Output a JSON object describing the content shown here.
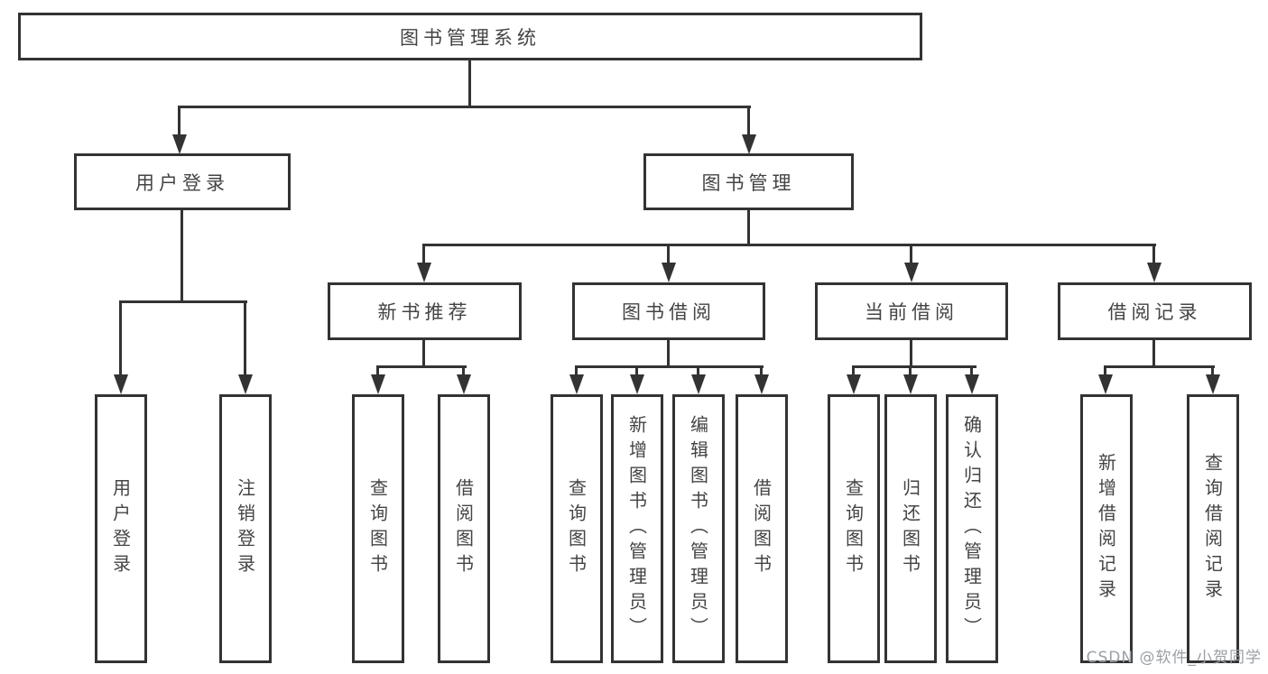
{
  "nodes": {
    "root": "图书管理系统",
    "user_login": "用户登录",
    "book_management": "图书管理",
    "new_book_recommend": "新书推荐",
    "book_borrow": "图书借阅",
    "current_borrow": "当前借阅",
    "borrow_records": "借阅记录",
    "leaf_user_login": "用户登录",
    "leaf_logout": "注销登录",
    "leaf_query_book_recommend": "查询图书",
    "leaf_borrow_book_recommend": "借阅图书",
    "leaf_query_book_borrow": "查询图书",
    "leaf_add_book_admin": "新增图书（管理员）",
    "leaf_edit_book_admin": "编辑图书（管理员）",
    "leaf_borrow_book": "借阅图书",
    "leaf_query_book_current": "查询图书",
    "leaf_return_book": "归还图书",
    "leaf_confirm_return_admin": "确认归还（管理员）",
    "leaf_add_borrow_record": "新增借阅记录",
    "leaf_query_borrow_record": "查询借阅记录"
  },
  "watermark": "CSDN @软件_小贺同学",
  "colors": {
    "line": "#333333",
    "text": "#444444",
    "watermark": "#9aa0a6",
    "background": "#ffffff"
  }
}
